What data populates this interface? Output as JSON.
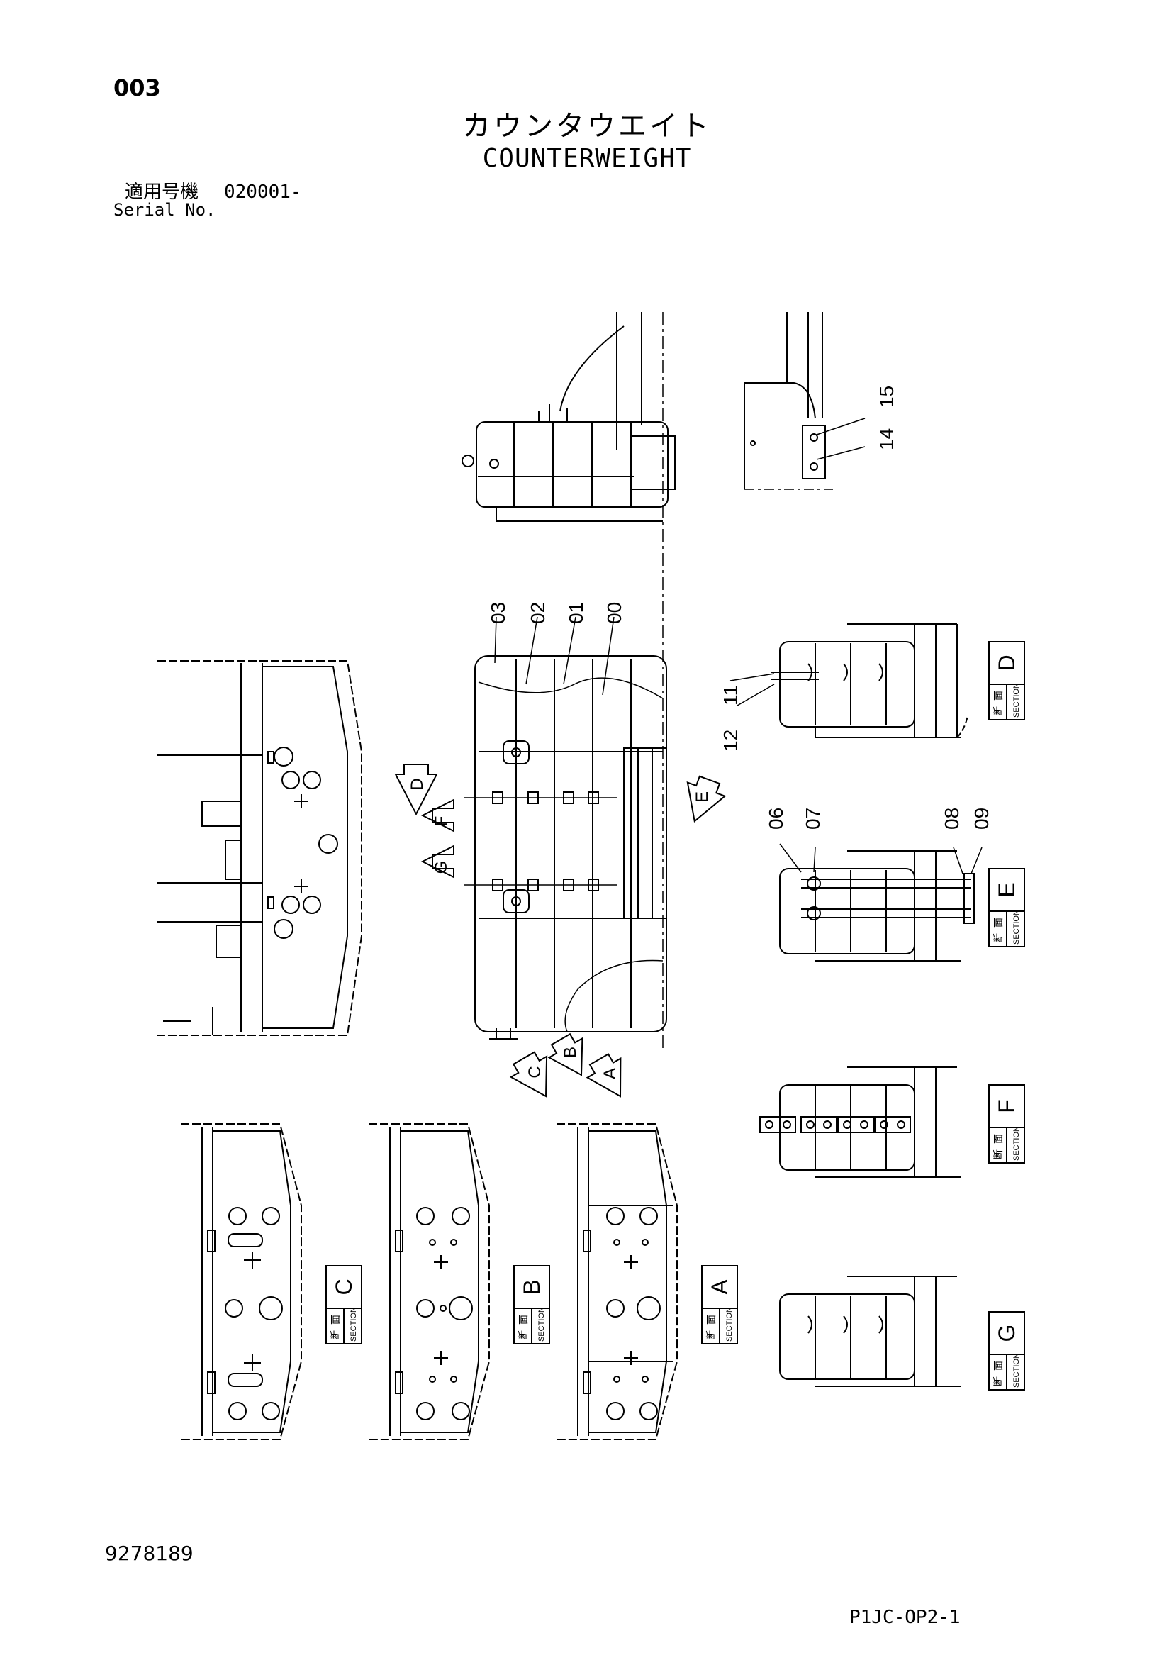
{
  "header": {
    "page_no": "003",
    "title_ja": "カウンタウエイト",
    "title_en": "COUNTERWEIGHT",
    "serial_label_ja": "適用号機",
    "serial_value": "020001-",
    "serial_label_en": "Serial No."
  },
  "footer": {
    "drawing_no": "9278189",
    "sheet_code": "P1JC-OP2-1"
  },
  "callouts": {
    "c00": "00",
    "c01": "01",
    "c02": "02",
    "c03": "03",
    "c06": "06",
    "c07": "07",
    "c08": "08",
    "c09": "09",
    "c11": "11",
    "c12": "12",
    "c14": "14",
    "c15": "15"
  },
  "arrows": {
    "a": "A",
    "b": "B",
    "c": "C",
    "d": "D",
    "e": "E",
    "f": "F",
    "g": "G"
  },
  "section_labels": {
    "kanji_top": "断",
    "kanji_bottom": "面",
    "section_word": "SECTION",
    "d": "D",
    "e": "E",
    "f": "F",
    "g": "G",
    "a": "A",
    "b": "B",
    "c": "C"
  }
}
